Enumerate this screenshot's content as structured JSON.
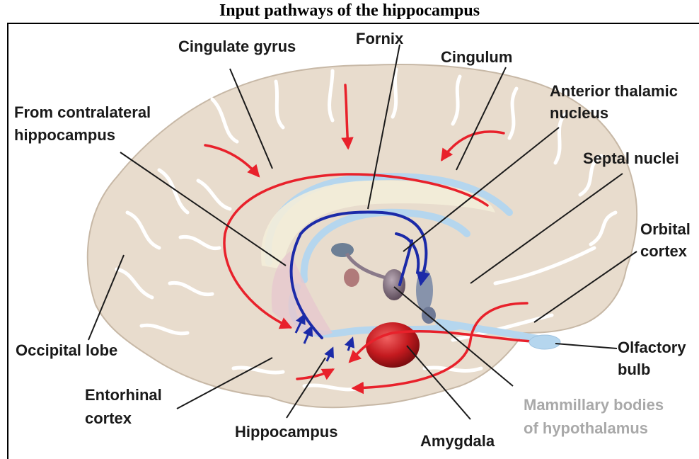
{
  "title": "Input pathways of the hippocampus",
  "labels": {
    "cingulate_gyrus": "Cingulate gyrus",
    "fornix": "Fornix",
    "cingulum": "Cingulum",
    "anterior_thalamic_1": "Anterior thalamic",
    "anterior_thalamic_2": "nucleus",
    "contralateral_1": "From contralateral",
    "contralateral_2": "hippocampus",
    "septal_nuclei": "Septal nuclei",
    "orbital_1": "Orbital",
    "orbital_2": "cortex",
    "occipital_lobe": "Occipital lobe",
    "olfactory_1": "Olfactory",
    "olfactory_2": "bulb",
    "entorhinal_1": "Entorhinal",
    "entorhinal_2": "cortex",
    "hippocampus": "Hippocampus",
    "amygdala": "Amygdala",
    "mammillary_1": "Mammillary bodies",
    "mammillary_2": "of hypothalamus"
  },
  "colors": {
    "brain_fill": "#e8dccd",
    "brain_sulci": "#ffffff",
    "input_pathway": "#e8212b",
    "fornix_pathway": "#1b2aa8",
    "cingulum_tract": "#b5d6ee",
    "amygdala": "#c41a1f",
    "leader_line": "#1a1a1a",
    "muted_label": "#a9a9a9"
  }
}
